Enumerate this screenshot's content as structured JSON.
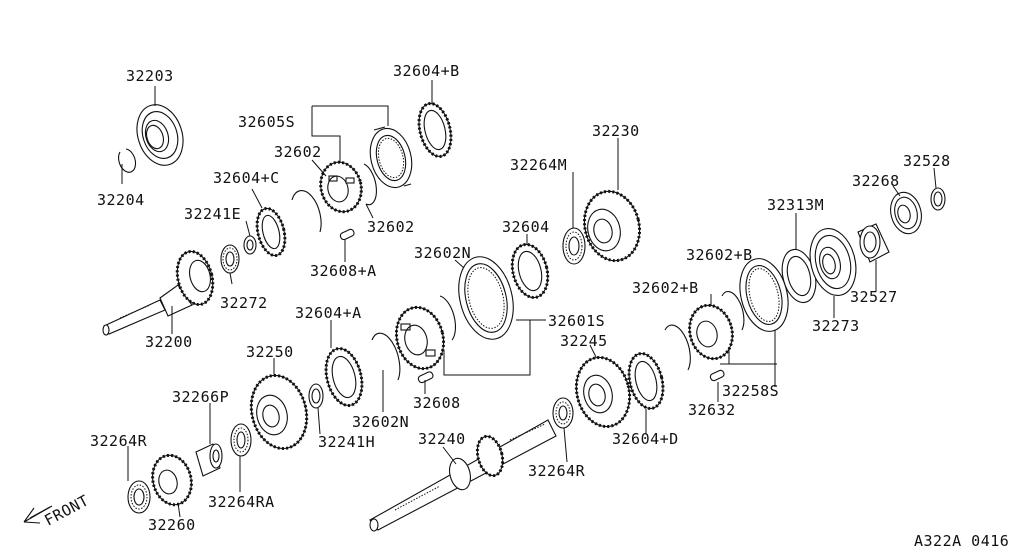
{
  "diagram": {
    "code": "A322A 0416",
    "front_label": "FRONT",
    "parts": [
      {
        "key": "p32203",
        "label": "32203"
      },
      {
        "key": "p32204",
        "label": "32204"
      },
      {
        "key": "p32604B",
        "label": "32604+B"
      },
      {
        "key": "p32605S",
        "label": "32605S"
      },
      {
        "key": "p32602a",
        "label": "32602"
      },
      {
        "key": "p32604C",
        "label": "32604+C"
      },
      {
        "key": "p32602b",
        "label": "32602"
      },
      {
        "key": "p32241E",
        "label": "32241E"
      },
      {
        "key": "p32608A",
        "label": "32608+A"
      },
      {
        "key": "p32272",
        "label": "32272"
      },
      {
        "key": "p32200",
        "label": "32200"
      },
      {
        "key": "p32230",
        "label": "32230"
      },
      {
        "key": "p32264M",
        "label": "32264M"
      },
      {
        "key": "p32604",
        "label": "32604"
      },
      {
        "key": "p32602N1",
        "label": "32602N"
      },
      {
        "key": "p32601S",
        "label": "32601S"
      },
      {
        "key": "p32604A",
        "label": "32604+A"
      },
      {
        "key": "p32602N2",
        "label": "32602N"
      },
      {
        "key": "p32608",
        "label": "32608"
      },
      {
        "key": "p32250",
        "label": "32250"
      },
      {
        "key": "p32266P",
        "label": "32266P"
      },
      {
        "key": "p32241H",
        "label": "32241H"
      },
      {
        "key": "p32264R1",
        "label": "32264R"
      },
      {
        "key": "p32264RA",
        "label": "32264RA"
      },
      {
        "key": "p32260",
        "label": "32260"
      },
      {
        "key": "p32245",
        "label": "32245"
      },
      {
        "key": "p32240",
        "label": "32240"
      },
      {
        "key": "p32264R2",
        "label": "32264R"
      },
      {
        "key": "p32604D",
        "label": "32604+D"
      },
      {
        "key": "p32602B",
        "label": "32602+B"
      },
      {
        "key": "p32602B2",
        "label": "32602+B"
      },
      {
        "key": "p32313M",
        "label": "32313M"
      },
      {
        "key": "p32268",
        "label": "32268"
      },
      {
        "key": "p32528",
        "label": "32528"
      },
      {
        "key": "p32527",
        "label": "32527"
      },
      {
        "key": "p32273",
        "label": "32273"
      },
      {
        "key": "p32632",
        "label": "32632"
      },
      {
        "key": "p32258S",
        "label": "32258S"
      }
    ]
  }
}
